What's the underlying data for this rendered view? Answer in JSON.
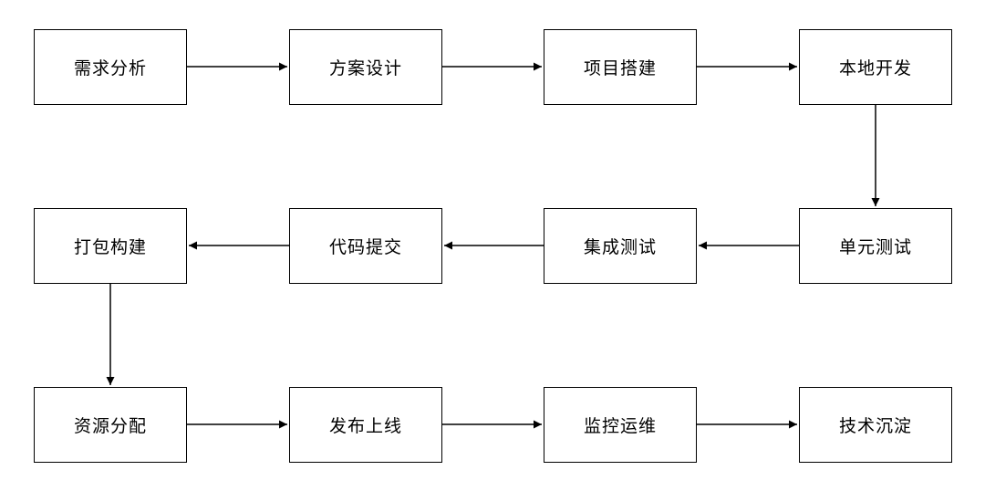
{
  "diagram": {
    "nodes": [
      {
        "id": "n0",
        "label": "需求分析"
      },
      {
        "id": "n1",
        "label": "方案设计"
      },
      {
        "id": "n2",
        "label": "项目搭建"
      },
      {
        "id": "n3",
        "label": "本地开发"
      },
      {
        "id": "n4",
        "label": "单元测试"
      },
      {
        "id": "n5",
        "label": "集成测试"
      },
      {
        "id": "n6",
        "label": "代码提交"
      },
      {
        "id": "n7",
        "label": "打包构建"
      },
      {
        "id": "n8",
        "label": "资源分配"
      },
      {
        "id": "n9",
        "label": "发布上线"
      },
      {
        "id": "n10",
        "label": "监控运维"
      },
      {
        "id": "n11",
        "label": "技术沉淀"
      }
    ],
    "edges": [
      {
        "from": "需求分析",
        "to": "方案设计"
      },
      {
        "from": "方案设计",
        "to": "项目搭建"
      },
      {
        "from": "项目搭建",
        "to": "本地开发"
      },
      {
        "from": "本地开发",
        "to": "单元测试"
      },
      {
        "from": "单元测试",
        "to": "集成测试"
      },
      {
        "from": "集成测试",
        "to": "代码提交"
      },
      {
        "from": "代码提交",
        "to": "打包构建"
      },
      {
        "from": "打包构建",
        "to": "资源分配"
      },
      {
        "from": "资源分配",
        "to": "发布上线"
      },
      {
        "from": "发布上线",
        "to": "监控运维"
      },
      {
        "from": "监控运维",
        "to": "技术沉淀"
      }
    ],
    "colors": {
      "stroke": "#000000",
      "fill": "#ffffff",
      "text": "#000000"
    }
  }
}
